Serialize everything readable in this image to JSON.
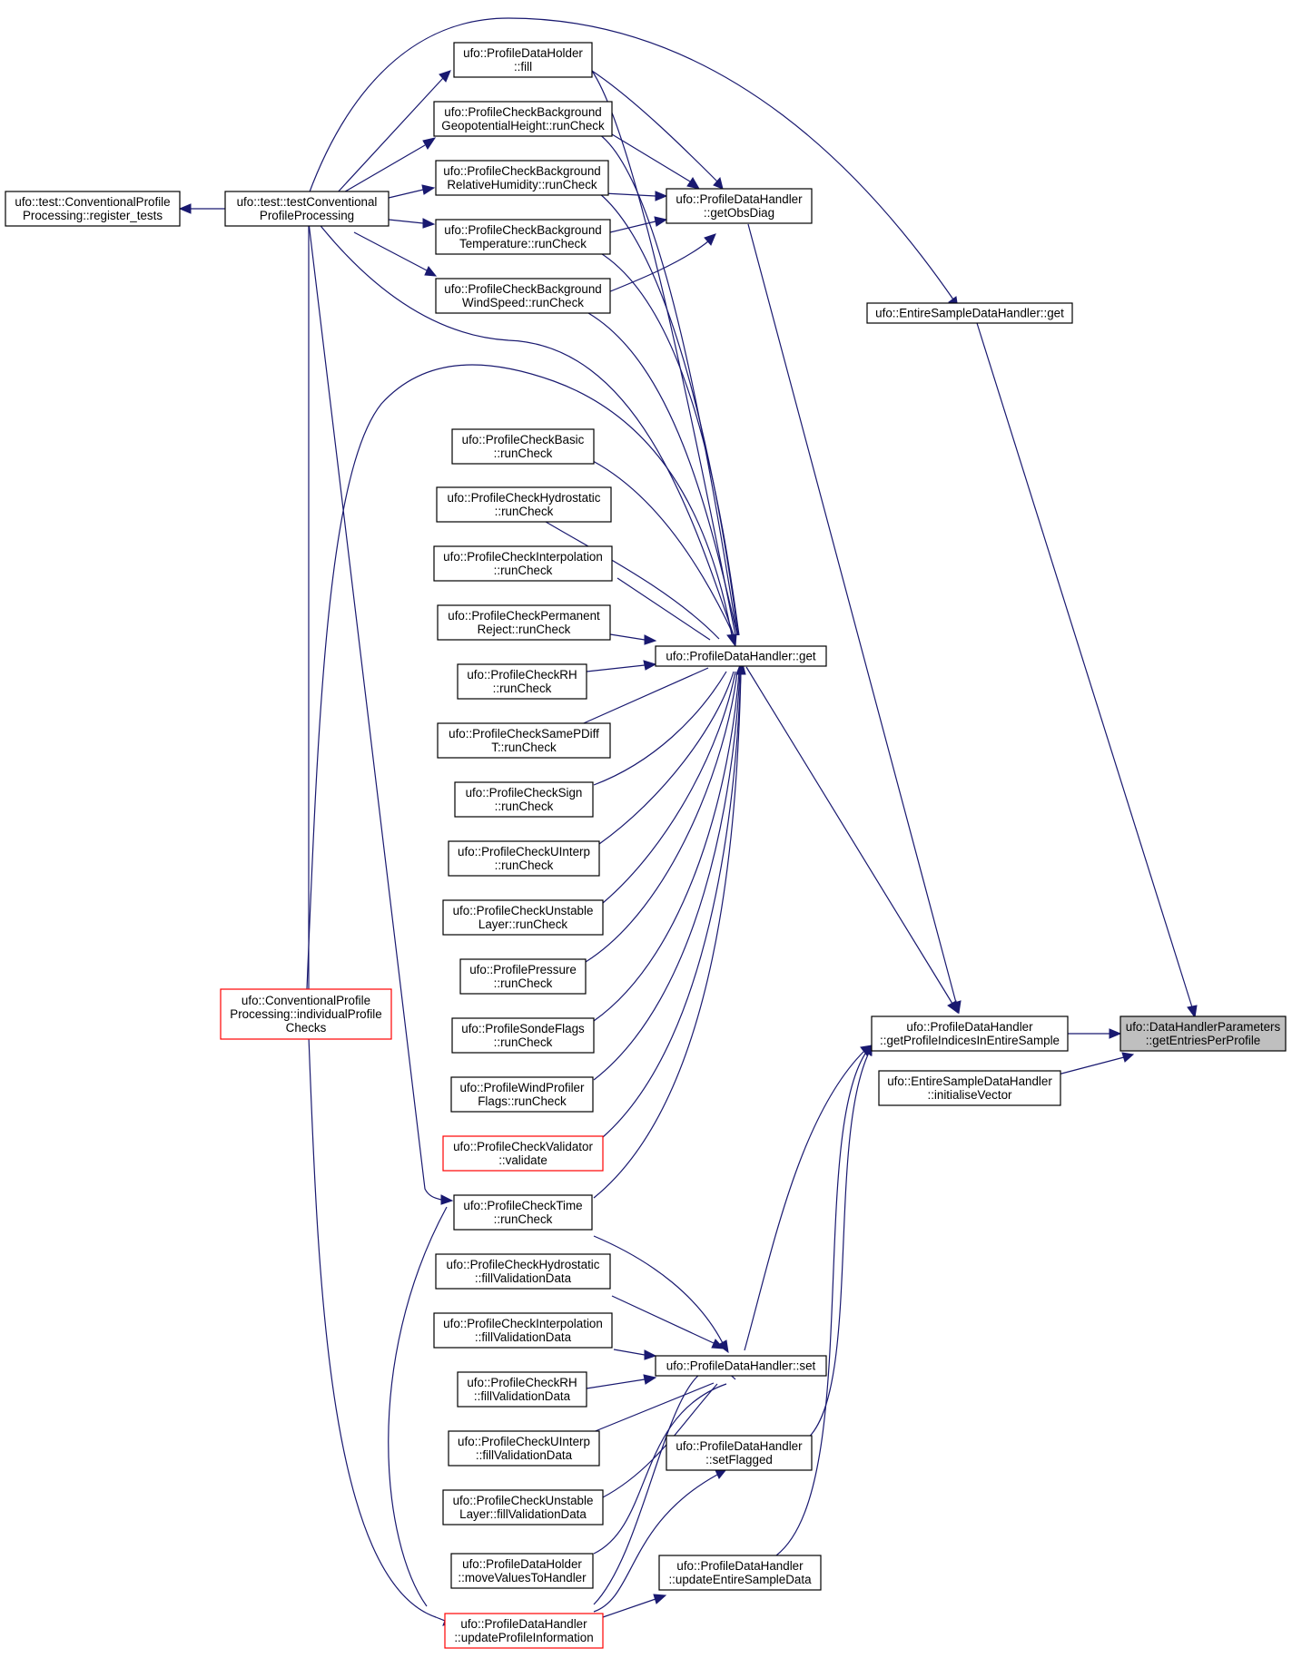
{
  "graph": {
    "nodes": [
      {
        "id": "target",
        "lines": [
          "ufo::DataHandlerParameters",
          "::getEntriesPerProfile"
        ],
        "style": "focus"
      },
      {
        "id": "getIdx",
        "lines": [
          "ufo::ProfileDataHandler",
          "::getProfileIndicesInEntireSample"
        ],
        "style": "normal"
      },
      {
        "id": "initVec",
        "lines": [
          "ufo::EntireSampleDataHandler",
          "::initialiseVector"
        ],
        "style": "normal"
      },
      {
        "id": "esGet",
        "lines": [
          "ufo::EntireSampleDataHandler::get"
        ],
        "style": "normal"
      },
      {
        "id": "pdhGet",
        "lines": [
          "ufo::ProfileDataHandler::get"
        ],
        "style": "normal"
      },
      {
        "id": "obsDiag",
        "lines": [
          "ufo::ProfileDataHandler",
          "::getObsDiag"
        ],
        "style": "normal"
      },
      {
        "id": "pdhSet",
        "lines": [
          "ufo::ProfileDataHandler::set"
        ],
        "style": "normal"
      },
      {
        "id": "setFlagged",
        "lines": [
          "ufo::ProfileDataHandler",
          "::setFlagged"
        ],
        "style": "normal"
      },
      {
        "id": "updEntire",
        "lines": [
          "ufo::ProfileDataHandler",
          "::updateEntireSampleData"
        ],
        "style": "normal"
      },
      {
        "id": "updProfile",
        "lines": [
          "ufo::ProfileDataHandler",
          "::updateProfileInformation"
        ],
        "style": "red"
      },
      {
        "id": "holderFill",
        "lines": [
          "ufo::ProfileDataHolder",
          "::fill"
        ],
        "style": "normal"
      },
      {
        "id": "bgGeo",
        "lines": [
          "ufo::ProfileCheckBackground",
          "GeopotentialHeight::runCheck"
        ],
        "style": "normal"
      },
      {
        "id": "bgRH",
        "lines": [
          "ufo::ProfileCheckBackground",
          "RelativeHumidity::runCheck"
        ],
        "style": "normal"
      },
      {
        "id": "bgTemp",
        "lines": [
          "ufo::ProfileCheckBackground",
          "Temperature::runCheck"
        ],
        "style": "normal"
      },
      {
        "id": "bgWind",
        "lines": [
          "ufo::ProfileCheckBackground",
          "WindSpeed::runCheck"
        ],
        "style": "normal"
      },
      {
        "id": "testConv",
        "lines": [
          "ufo::test::testConventional",
          "ProfileProcessing"
        ],
        "style": "normal"
      },
      {
        "id": "regTests",
        "lines": [
          "ufo::test::ConventionalProfile",
          "Processing::register_tests"
        ],
        "style": "normal"
      },
      {
        "id": "basic",
        "lines": [
          "ufo::ProfileCheckBasic",
          "::runCheck"
        ],
        "style": "normal"
      },
      {
        "id": "hydro",
        "lines": [
          "ufo::ProfileCheckHydrostatic",
          "::runCheck"
        ],
        "style": "normal"
      },
      {
        "id": "interp",
        "lines": [
          "ufo::ProfileCheckInterpolation",
          "::runCheck"
        ],
        "style": "normal"
      },
      {
        "id": "perm",
        "lines": [
          "ufo::ProfileCheckPermanent",
          "Reject::runCheck"
        ],
        "style": "normal"
      },
      {
        "id": "rh",
        "lines": [
          "ufo::ProfileCheckRH",
          "::runCheck"
        ],
        "style": "normal"
      },
      {
        "id": "samep",
        "lines": [
          "ufo::ProfileCheckSamePDiff",
          "T::runCheck"
        ],
        "style": "normal"
      },
      {
        "id": "sign",
        "lines": [
          "ufo::ProfileCheckSign",
          "::runCheck"
        ],
        "style": "normal"
      },
      {
        "id": "uinterp",
        "lines": [
          "ufo::ProfileCheckUInterp",
          "::runCheck"
        ],
        "style": "normal"
      },
      {
        "id": "unstable",
        "lines": [
          "ufo::ProfileCheckUnstable",
          "Layer::runCheck"
        ],
        "style": "normal"
      },
      {
        "id": "pressure",
        "lines": [
          "ufo::ProfilePressure",
          "::runCheck"
        ],
        "style": "normal"
      },
      {
        "id": "sonde",
        "lines": [
          "ufo::ProfileSondeFlags",
          "::runCheck"
        ],
        "style": "normal"
      },
      {
        "id": "windprof",
        "lines": [
          "ufo::ProfileWindProfiler",
          "Flags::runCheck"
        ],
        "style": "normal"
      },
      {
        "id": "validator",
        "lines": [
          "ufo::ProfileCheckValidator",
          "::validate"
        ],
        "style": "red"
      },
      {
        "id": "timeCheck",
        "lines": [
          "ufo::ProfileCheckTime",
          "::runCheck"
        ],
        "style": "normal"
      },
      {
        "id": "hydroFill",
        "lines": [
          "ufo::ProfileCheckHydrostatic",
          "::fillValidationData"
        ],
        "style": "normal"
      },
      {
        "id": "interpFill",
        "lines": [
          "ufo::ProfileCheckInterpolation",
          "::fillValidationData"
        ],
        "style": "normal"
      },
      {
        "id": "rhFill",
        "lines": [
          "ufo::ProfileCheckRH",
          "::fillValidationData"
        ],
        "style": "normal"
      },
      {
        "id": "uinterpFill",
        "lines": [
          "ufo::ProfileCheckUInterp",
          "::fillValidationData"
        ],
        "style": "normal"
      },
      {
        "id": "unstableFill",
        "lines": [
          "ufo::ProfileCheckUnstable",
          "Layer::fillValidationData"
        ],
        "style": "normal"
      },
      {
        "id": "moveVals",
        "lines": [
          "ufo::ProfileDataHolder",
          "::moveValuesToHandler"
        ],
        "style": "normal"
      },
      {
        "id": "indiv",
        "lines": [
          "ufo::ConventionalProfile",
          "Processing::individualProfile",
          "Checks"
        ],
        "style": "red"
      }
    ],
    "edges": [
      {
        "from": "getIdx",
        "to": "target"
      },
      {
        "from": "initVec",
        "to": "target"
      },
      {
        "from": "esGet",
        "to": "target"
      },
      {
        "from": "pdhGet",
        "to": "getIdx"
      },
      {
        "from": "obsDiag",
        "to": "getIdx"
      },
      {
        "from": "pdhSet",
        "to": "getIdx"
      },
      {
        "from": "setFlagged",
        "to": "getIdx"
      },
      {
        "from": "updEntire",
        "to": "getIdx"
      },
      {
        "from": "holderFill",
        "to": "obsDiag"
      },
      {
        "from": "bgGeo",
        "to": "obsDiag"
      },
      {
        "from": "bgRH",
        "to": "obsDiag"
      },
      {
        "from": "bgTemp",
        "to": "obsDiag"
      },
      {
        "from": "bgWind",
        "to": "obsDiag"
      },
      {
        "from": "testConv",
        "to": "esGet"
      },
      {
        "from": "testConv",
        "to": "holderFill"
      },
      {
        "from": "testConv",
        "to": "bgGeo"
      },
      {
        "from": "testConv",
        "to": "bgRH"
      },
      {
        "from": "testConv",
        "to": "bgTemp"
      },
      {
        "from": "testConv",
        "to": "bgWind"
      },
      {
        "from": "testConv",
        "to": "pdhGet"
      },
      {
        "from": "testConv",
        "to": "timeCheck"
      },
      {
        "from": "testConv",
        "to": "regTests"
      },
      {
        "from": "holderFill",
        "to": "pdhGet"
      },
      {
        "from": "bgGeo",
        "to": "pdhGet"
      },
      {
        "from": "bgRH",
        "to": "pdhGet"
      },
      {
        "from": "bgTemp",
        "to": "pdhGet"
      },
      {
        "from": "bgWind",
        "to": "pdhGet"
      },
      {
        "from": "basic",
        "to": "pdhGet"
      },
      {
        "from": "hydro",
        "to": "pdhGet"
      },
      {
        "from": "interp",
        "to": "pdhGet"
      },
      {
        "from": "perm",
        "to": "pdhGet"
      },
      {
        "from": "rh",
        "to": "pdhGet"
      },
      {
        "from": "samep",
        "to": "pdhGet"
      },
      {
        "from": "sign",
        "to": "pdhGet"
      },
      {
        "from": "uinterp",
        "to": "pdhGet"
      },
      {
        "from": "unstable",
        "to": "pdhGet"
      },
      {
        "from": "pressure",
        "to": "pdhGet"
      },
      {
        "from": "sonde",
        "to": "pdhGet"
      },
      {
        "from": "windprof",
        "to": "pdhGet"
      },
      {
        "from": "validator",
        "to": "pdhGet"
      },
      {
        "from": "timeCheck",
        "to": "pdhGet"
      },
      {
        "from": "indiv",
        "to": "pdhGet"
      },
      {
        "from": "timeCheck",
        "to": "pdhSet"
      },
      {
        "from": "hydroFill",
        "to": "pdhSet"
      },
      {
        "from": "interpFill",
        "to": "pdhSet"
      },
      {
        "from": "rhFill",
        "to": "pdhSet"
      },
      {
        "from": "uinterpFill",
        "to": "pdhSet"
      },
      {
        "from": "unstableFill",
        "to": "pdhSet"
      },
      {
        "from": "moveVals",
        "to": "pdhSet"
      },
      {
        "from": "updProfile",
        "to": "setFlagged"
      },
      {
        "from": "updProfile",
        "to": "updEntire"
      },
      {
        "from": "updProfile",
        "to": "getIdx"
      },
      {
        "from": "indiv",
        "to": "updProfile"
      },
      {
        "from": "testConv",
        "to": "indiv"
      },
      {
        "from": "updProfile",
        "to": "timeCheck"
      }
    ]
  }
}
